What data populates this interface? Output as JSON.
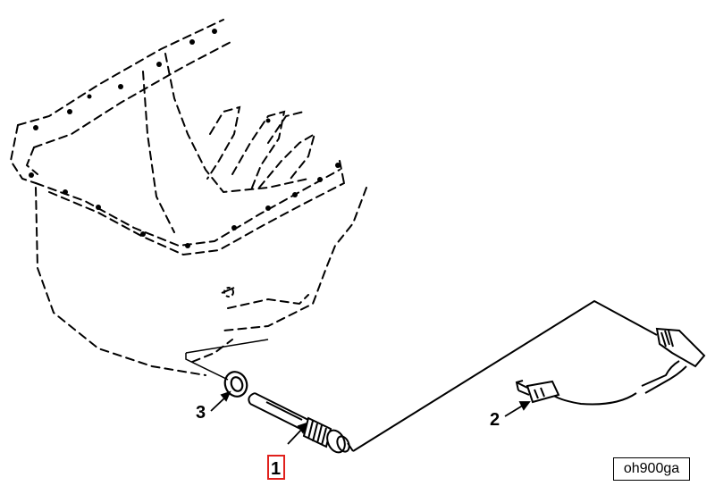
{
  "callouts": {
    "item1": {
      "label": "1",
      "highlight_color": "#e0201c"
    },
    "item2": {
      "label": "2"
    },
    "item3": {
      "label": "3"
    }
  },
  "figure_ref": "oh900ga",
  "colors": {
    "line": "#000000",
    "background": "#ffffff"
  }
}
